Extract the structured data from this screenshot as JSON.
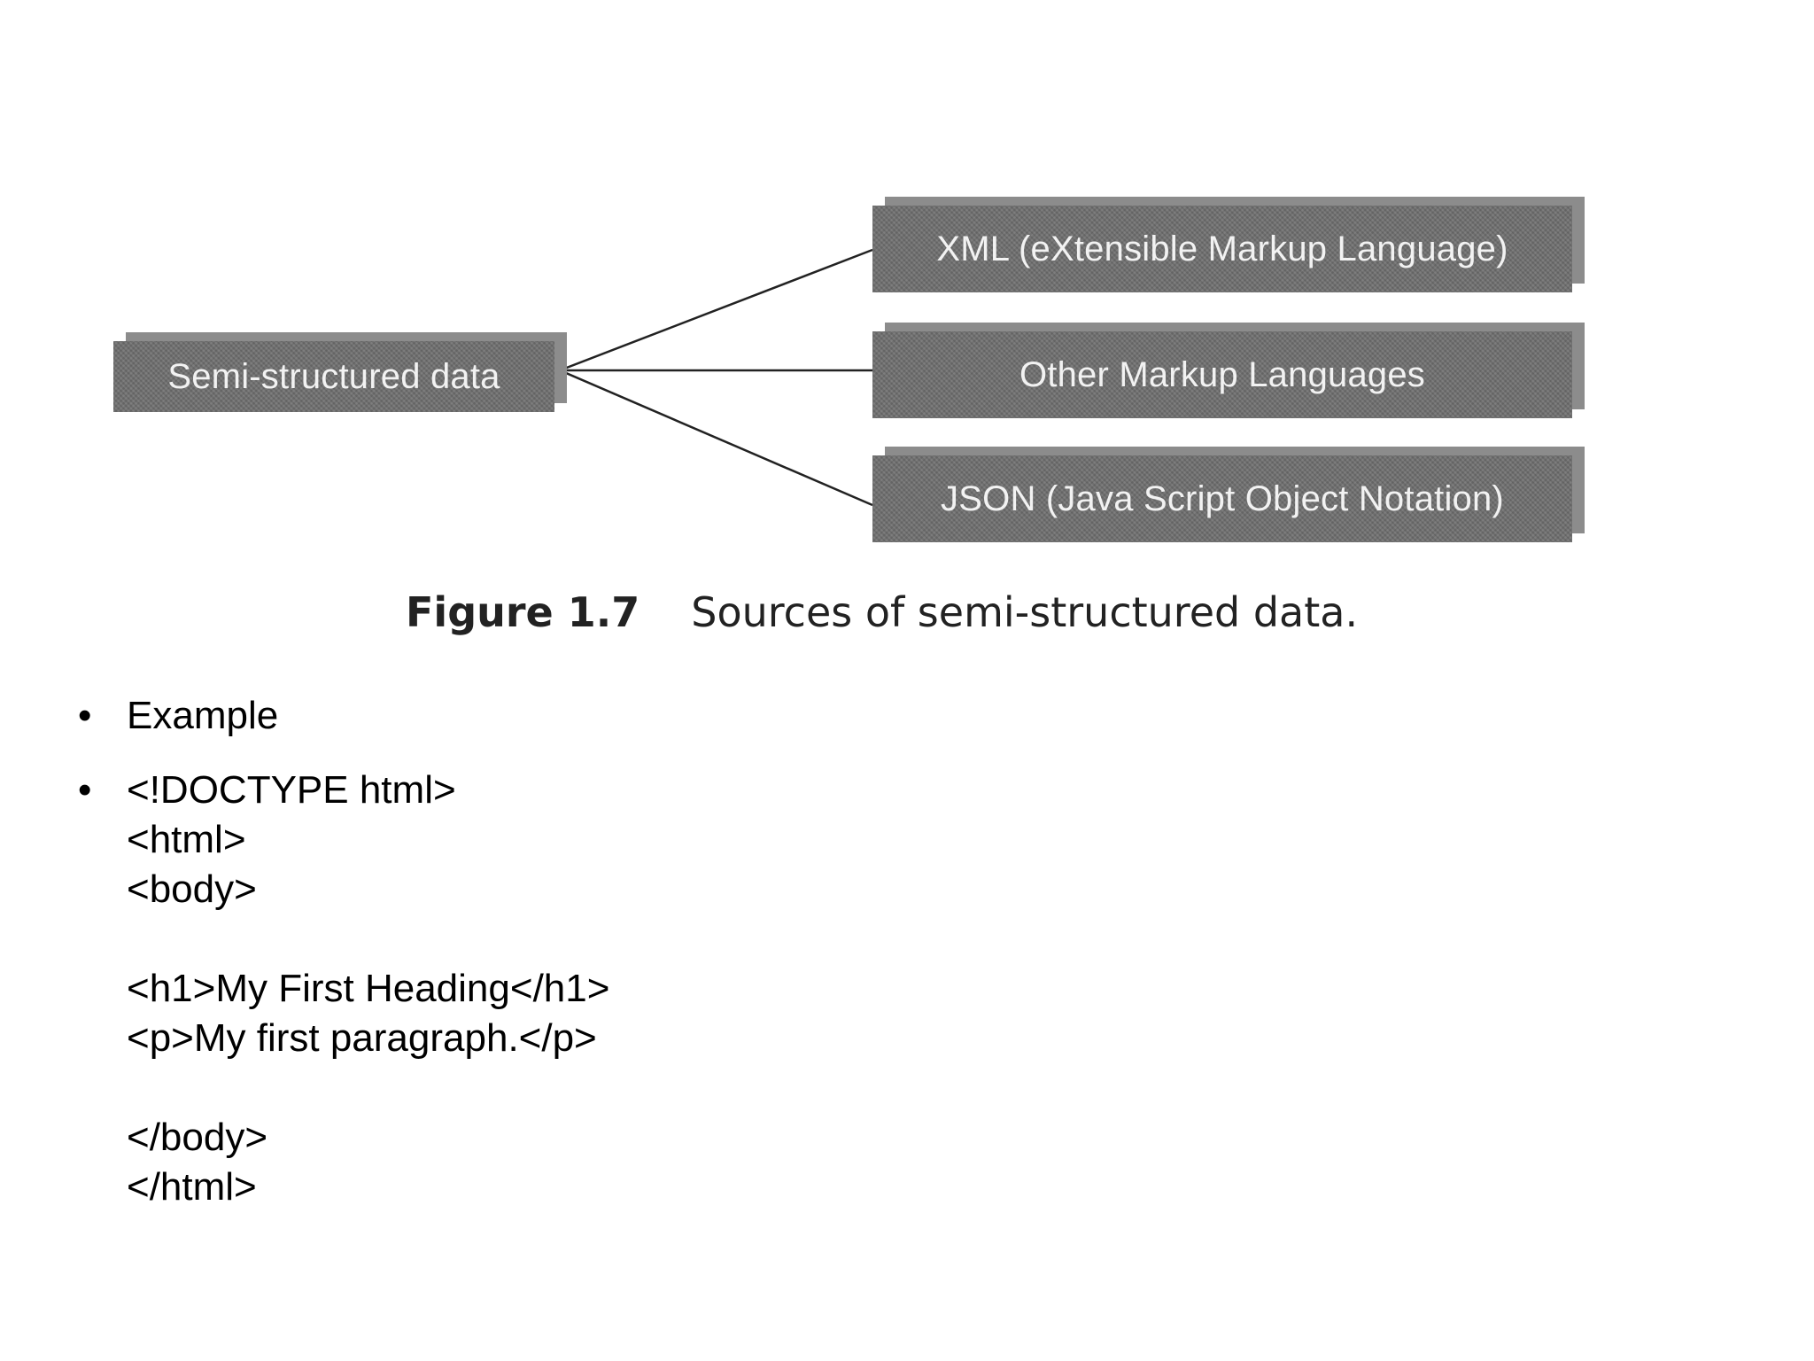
{
  "figure": {
    "nodes": {
      "root": "Semi-structured data",
      "xml": "XML (eXtensible Markup Language)",
      "other": "Other Markup Languages",
      "json": "JSON (Java Script Object Notation)"
    },
    "caption": {
      "number": "Figure 1.7",
      "text": "Sources of semi-structured data."
    }
  },
  "bullets": {
    "item1": "Example",
    "code_lines": [
      "<!DOCTYPE html>",
      "<html>",
      "<body>",
      "",
      "<h1>My First Heading</h1>",
      "<p>My first paragraph.</p>",
      "",
      "</body>",
      "</html>"
    ]
  },
  "colors": {
    "node_fill": "#6f6f6f",
    "node_text": "#f2f2f2",
    "connector": "#222222"
  }
}
